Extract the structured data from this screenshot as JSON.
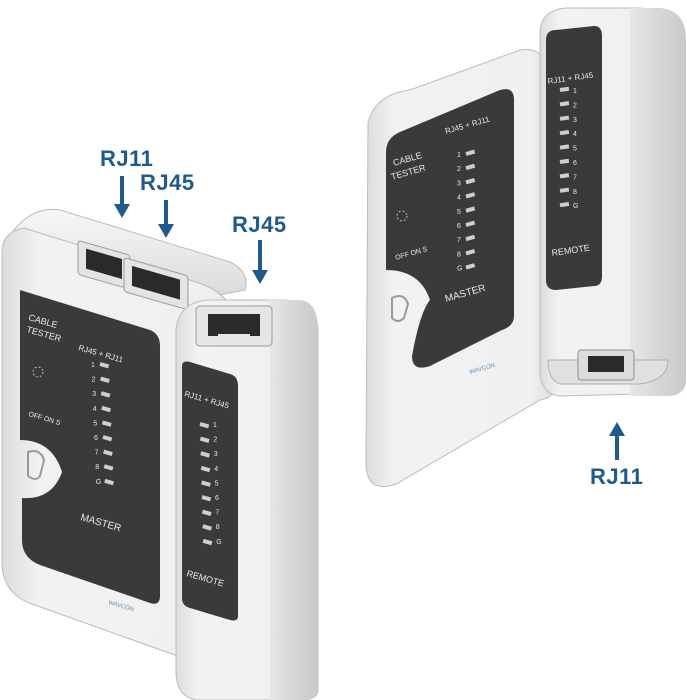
{
  "callouts": {
    "left_rj11_top": "RJ11",
    "left_rj45_top": "RJ45",
    "remote_rj45_top": "RJ45",
    "right_rj11_bottom": "RJ11"
  },
  "master_panel": {
    "title_line1": "CABLE",
    "title_line2": "TESTER",
    "header": "RJ45 + RJ11",
    "switch_label": "OFF ON S",
    "name": "MASTER",
    "pins": [
      "1",
      "2",
      "3",
      "4",
      "5",
      "6",
      "7",
      "8",
      "G"
    ]
  },
  "remote_panel": {
    "header": "RJ11 + RJ45",
    "name": "REMOTE",
    "pins": [
      "1",
      "2",
      "3",
      "4",
      "5",
      "6",
      "7",
      "8",
      "G"
    ]
  },
  "brand": "WAVCON",
  "colors": {
    "arrow": "#1f5a8c",
    "body": "#eeeeee",
    "panel": "#3a3a3a",
    "led": "#cfcfcf"
  }
}
